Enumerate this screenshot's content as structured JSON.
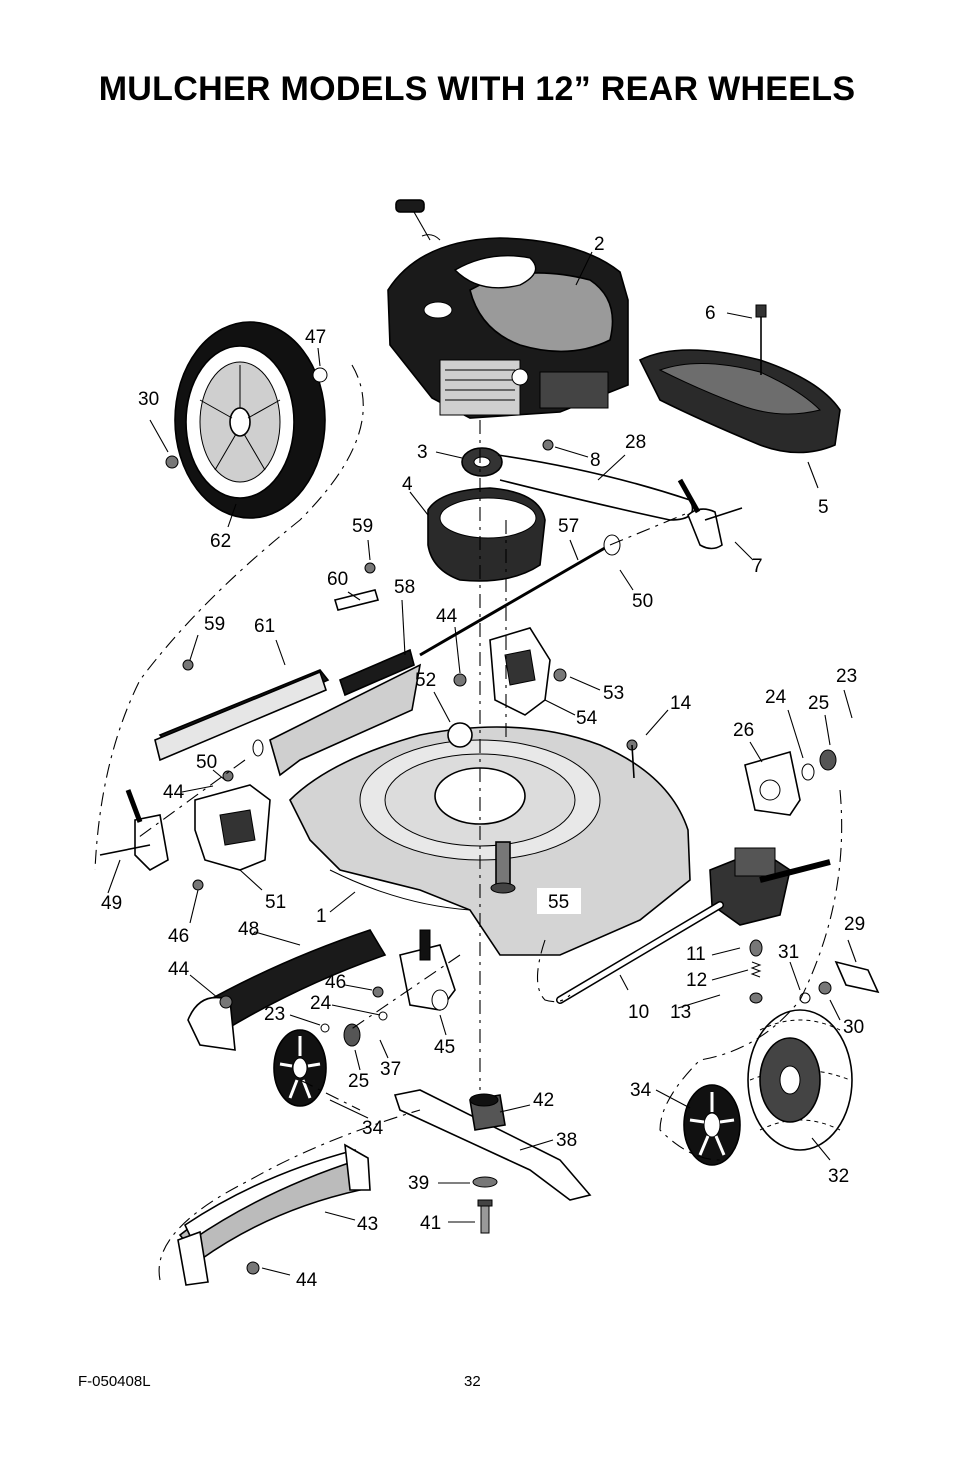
{
  "title": "MULCHER MODELS WITH 12” REAR WHEELS",
  "footer": {
    "code": "F-050408L",
    "page": "32"
  },
  "callouts": {
    "c2": "2",
    "c6": "6",
    "c47": "47",
    "c30a": "30",
    "c3": "3",
    "c8": "8",
    "c28": "28",
    "c4": "4",
    "c5": "5",
    "c59a": "59",
    "c57": "57",
    "c62": "62",
    "c60": "60",
    "c58": "58",
    "c7": "7",
    "c50a": "50",
    "c44a": "44",
    "c59b": "59",
    "c61": "61",
    "c52": "52",
    "c53": "53",
    "c23a": "23",
    "c54": "54",
    "c14": "14",
    "c24a": "24",
    "c25a": "25",
    "c26": "26",
    "c50b": "50",
    "c44b": "44",
    "c49": "49",
    "c51": "51",
    "c1": "1",
    "c55": "55",
    "c46a": "46",
    "c48": "48",
    "c29": "29",
    "c11": "11",
    "c31": "31",
    "c44c": "44",
    "c12": "12",
    "c46b": "46",
    "c24b": "24",
    "c23b": "23",
    "c10": "10",
    "c13": "13",
    "c30b": "30",
    "c45": "45",
    "c37": "37",
    "c25b": "25",
    "c34a": "34",
    "c42": "42",
    "c34b": "34",
    "c38": "38",
    "c39": "39",
    "c32": "32",
    "c43": "43",
    "c41": "41",
    "c44d": "44"
  }
}
